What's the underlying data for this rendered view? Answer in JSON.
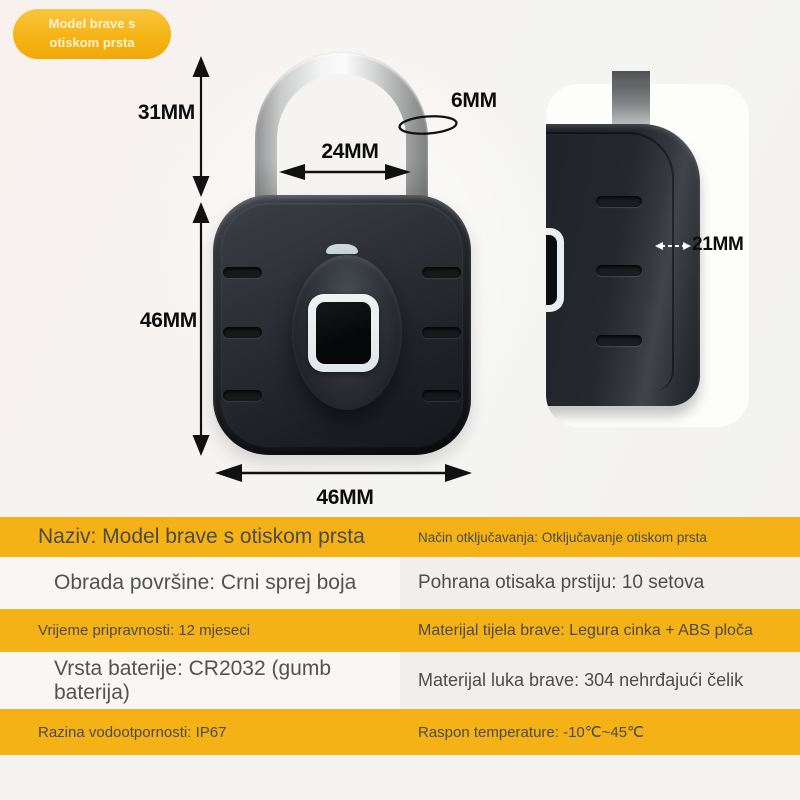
{
  "badge": {
    "line1": "Model brave s",
    "line2": "otiskom prsta"
  },
  "dimensions": {
    "shackle_height": "31MM",
    "shackle_inner_width": "24MM",
    "shackle_diameter": "6MM",
    "body_height": "46MM",
    "body_width": "46MM",
    "body_thickness": "21MM"
  },
  "specs": {
    "rows": [
      {
        "left": "Naziv: Model brave s otiskom prsta",
        "right": "Način otključavanja: Otključavanje otiskom prsta"
      },
      {
        "left": "Obrada površine: Crni sprej boja",
        "right": "Pohrana otisaka prstiju: 10 setova"
      },
      {
        "left": "Vrijeme pripravnosti: 12 mjeseci",
        "right": "Materijal tijela brave: Legura cinka + ABS ploča"
      },
      {
        "left": "Vrsta baterije: CR2032 (gumb baterija)",
        "right": "Materijal luka brave: 304 nehrđajući čelik"
      },
      {
        "left": "Razina vodootpornosti: IP67",
        "right": "Raspon temperature: -10℃~45℃"
      }
    ]
  },
  "colors": {
    "accent_gold": "#f5b216",
    "badge_gold": "#f4b415",
    "row_light_left": "#f8f7f6",
    "row_light_right": "#f0efed",
    "lock_black": "#1d2024",
    "text_dark": "#4c4a45"
  }
}
